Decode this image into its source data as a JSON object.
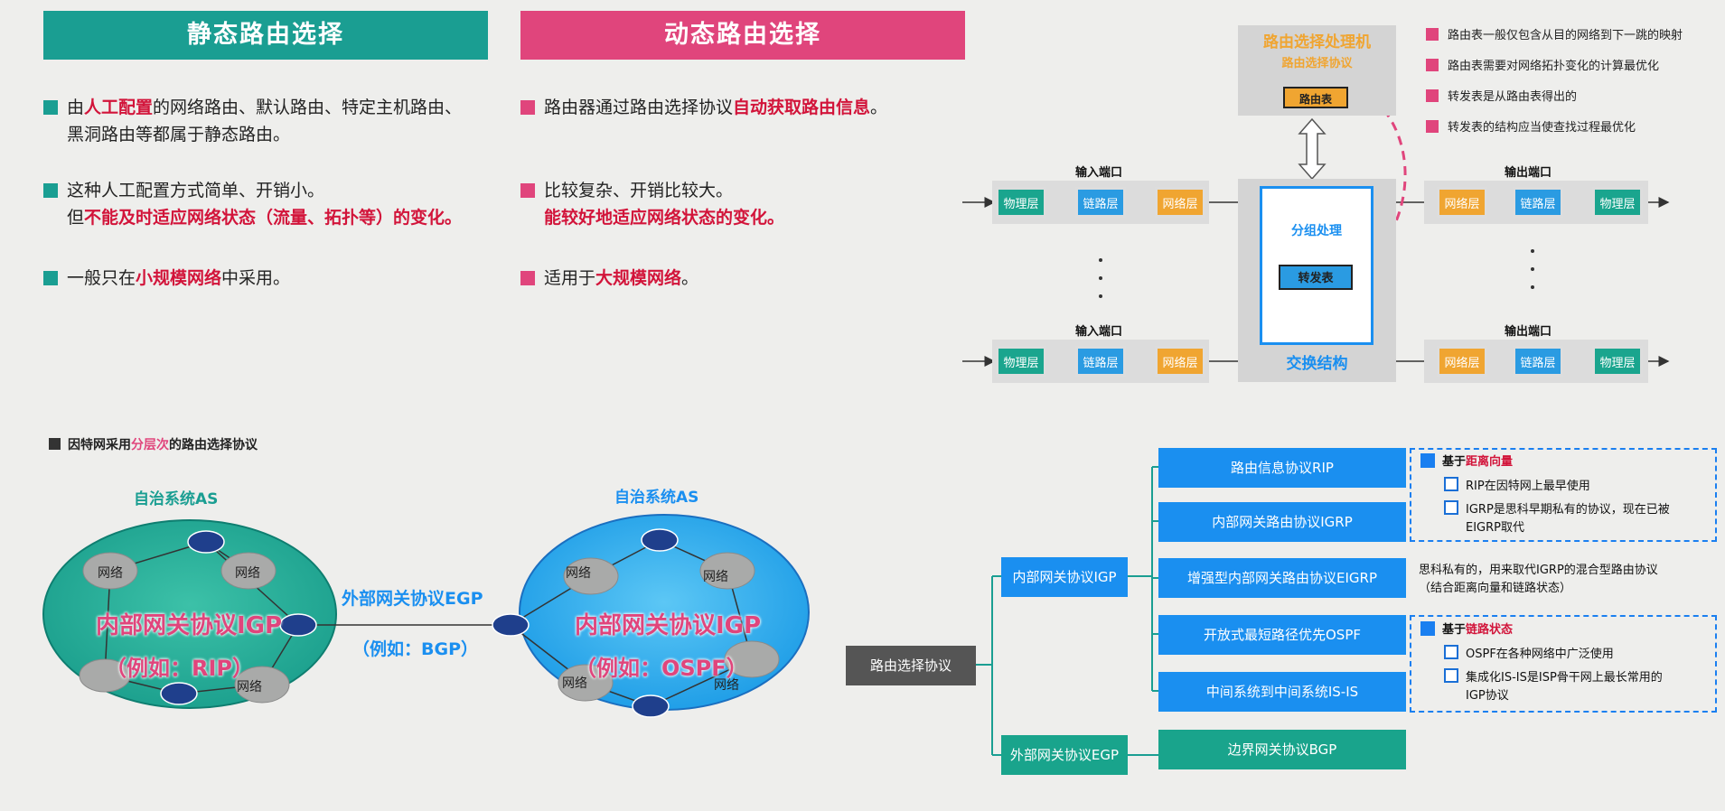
{
  "colors": {
    "teal": "#1a9e92",
    "pink": "#e0457c",
    "highlight": "#d2143a",
    "blue": "#1a8ff0",
    "bg": "#eeeeec"
  },
  "static": {
    "title": "静态路由选择",
    "b1_pre": "由",
    "b1_hl": "人工配置",
    "b1_post": "的网络路由、默认路由、特定主机路由、",
    "b1_line2": "黑洞路由等都属于静态路由。",
    "b2_line1": "这种人工配置方式简单、开销小。",
    "b2_pre": "但",
    "b2_hl": "不能及时适应网络状态（流量、拓扑等）的变化。",
    "b3_pre": "一般只在",
    "b3_hl": "小规模网络",
    "b3_post": "中采用。"
  },
  "dynamic": {
    "title": "动态路由选择",
    "b1_pre": "路由器通过路由选择协议",
    "b1_hl": "自动获取路由信息",
    "b1_post": "。",
    "b2_line1": "比较复杂、开销比较大。",
    "b2_hl": "能较好地适应网络状态的变化。",
    "b3_pre": "适用于",
    "b3_hl": "大规模网络",
    "b3_post": "。"
  },
  "router": {
    "processor_title": "路由选择处理机",
    "processor_sub": "路由选择协议",
    "routing_table": "路由表",
    "group_processing": "分组处理",
    "forwarding_table": "转发表",
    "switch_fabric": "交换结构",
    "input_port": "输入端口",
    "output_port": "输出端口",
    "physical": "物理层",
    "link": "链路层",
    "network": "网络层",
    "notes": [
      "路由表一般仅包含从目的网络到下一跳的映射",
      "路由表需要对网络拓扑变化的计算最优化",
      "转发表是从路由表得出的",
      "转发表的结构应当使查找过程最优化"
    ]
  },
  "hierarchy": {
    "title_pre": "因特网采用",
    "title_hl": "分层次",
    "title_post": "的路由选择协议",
    "as_label": "自治系统AS",
    "network": "网络",
    "igp_left": "内部网关协议IGP",
    "igp_left_ex": "（例如：RIP）",
    "igp_right": "内部网关协议IGP",
    "igp_right_ex": "（例如：OSPF）",
    "egp": "外部网关协议EGP",
    "egp_ex": "（例如：BGP）"
  },
  "tree": {
    "root": "路由选择协议",
    "igp": "内部网关协议IGP",
    "egp": "外部网关协议EGP",
    "rip": "路由信息协议RIP",
    "igrp": "内部网关路由协议IGRP",
    "eigrp": "增强型内部网关路由协议EIGRP",
    "ospf": "开放式最短路径优先OSPF",
    "isis": "中间系统到中间系统IS-IS",
    "bgp": "边界网关协议BGP",
    "dv_pre": "基于",
    "dv_hl": "距离向量",
    "rip_note": "RIP在因特网上最早使用",
    "igrp_note1": "IGRP是思科早期私有的协议，现在已被",
    "igrp_note2": "EIGRP取代",
    "eigrp_note1": "思科私有的，用来取代IGRP的混合型路由协议",
    "eigrp_note2": "（结合距离向量和链路状态）",
    "ls_pre": "基于",
    "ls_hl": "链路状态",
    "ospf_note": "OSPF在各种网络中广泛使用",
    "isis_note1": "集成化IS-IS是ISP骨干网上最长常用的",
    "isis_note2": "IGP协议"
  }
}
